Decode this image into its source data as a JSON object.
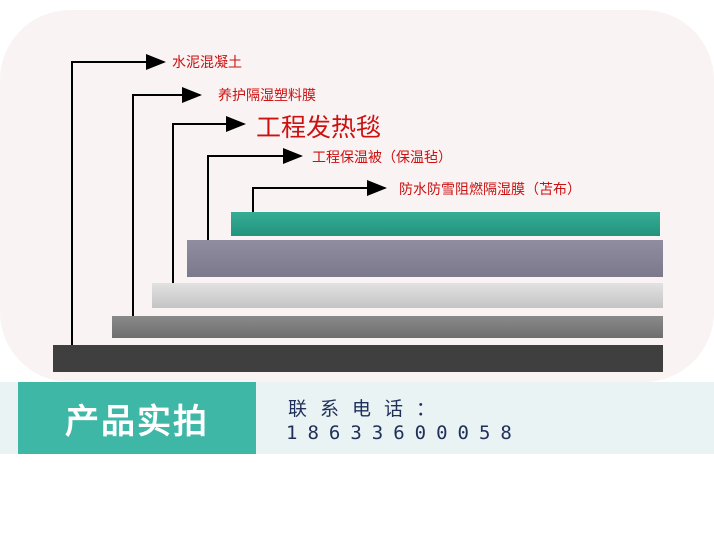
{
  "diagram": {
    "layers": [
      {
        "id": "layer-1",
        "label": "防水防雪阻燃隔湿膜（苫布）",
        "color": "#2a9e86"
      },
      {
        "id": "layer-2",
        "label": "工程保温被（保温毡）",
        "color": "#868397"
      },
      {
        "id": "layer-3",
        "label": "工程发热毯",
        "color": "#d2d2d2"
      },
      {
        "id": "layer-4",
        "label": "养护隔湿塑料膜",
        "color": "#7e7e7e"
      },
      {
        "id": "layer-5",
        "label": "水泥混凝土",
        "color": "#3f3f3f"
      }
    ],
    "label_color": "#cc1111",
    "arrow_color": "#000000"
  },
  "footer": {
    "title": "产品实拍",
    "phone_label": "联系电话：",
    "phone_number": "18633600058",
    "accent_color": "#3fb7a7"
  }
}
